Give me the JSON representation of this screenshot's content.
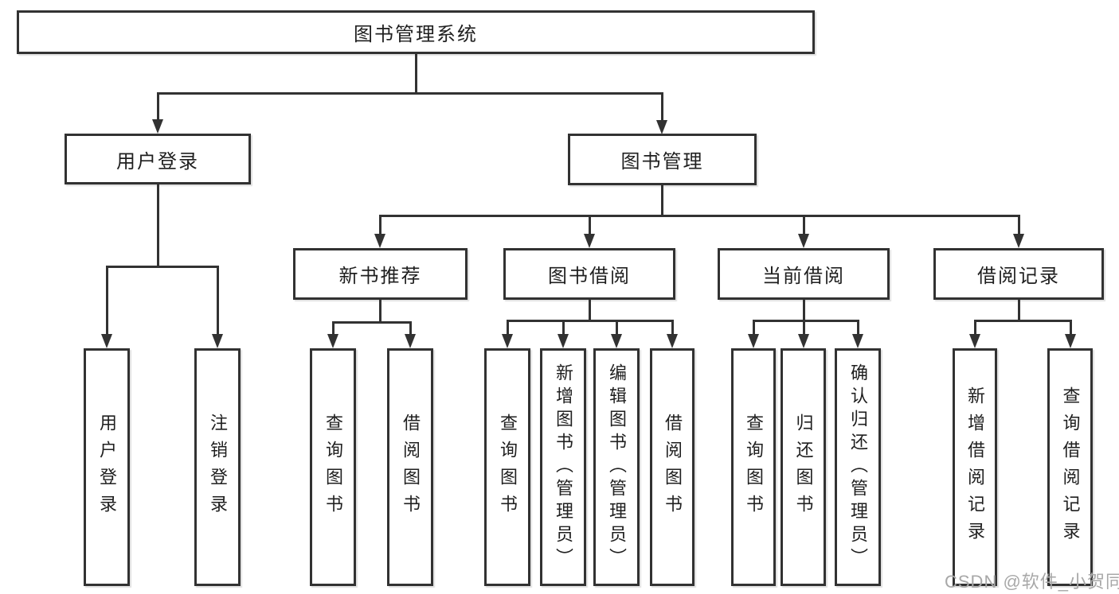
{
  "diagram": {
    "colors": {
      "line": "#323232",
      "text": "#1f1f1f",
      "watermark": "#a8a8a8",
      "background": "#ffffff"
    },
    "root": {
      "label": "图书管理系统",
      "children": [
        {
          "label": "用户登录",
          "children": [
            {
              "label": "用户登录"
            },
            {
              "label": "注销登录"
            }
          ]
        },
        {
          "label": "图书管理",
          "children": [
            {
              "label": "新书推荐",
              "children": [
                {
                  "label": "查询图书"
                },
                {
                  "label": "借阅图书"
                }
              ]
            },
            {
              "label": "图书借阅",
              "children": [
                {
                  "label": "查询图书"
                },
                {
                  "label": "新增图书（管理员）"
                },
                {
                  "label": "编辑图书（管理员）"
                },
                {
                  "label": "借阅图书"
                }
              ]
            },
            {
              "label": "当前借阅",
              "children": [
                {
                  "label": "查询图书"
                },
                {
                  "label": "归还图书"
                },
                {
                  "label": "确认归还（管理员）"
                }
              ]
            },
            {
              "label": "借阅记录",
              "children": [
                {
                  "label": "新增借阅记录"
                },
                {
                  "label": "查询借阅记录"
                }
              ]
            }
          ]
        }
      ]
    },
    "watermark": "CSDN @软件_小贺同学"
  }
}
